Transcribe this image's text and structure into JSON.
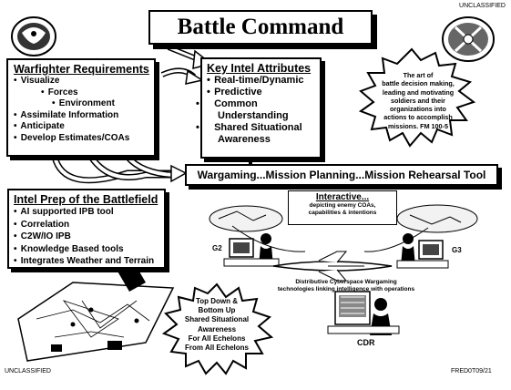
{
  "classification": {
    "top": "UNCLASSIFIED",
    "bottom": "UNCLASSIFIED"
  },
  "doc_code": "FRED0T09/21",
  "title": "Battle Command",
  "warfighter": {
    "title": "Warfighter Requirements",
    "items": [
      "Visualize",
      "Forces",
      "Environment",
      "Assimilate Information",
      "Anticipate",
      "Develop Estimates/COAs"
    ]
  },
  "intel_attributes": {
    "title": "Key Intel Attributes",
    "items": [
      "Real-time/Dynamic",
      "Predictive",
      "Common Understanding",
      "Shared Situational Awareness"
    ]
  },
  "battle_command_quote": {
    "lines": [
      "The art of",
      "battle decision making,",
      "leading and motivating",
      "soldiers and their",
      "organizations into",
      "actions to accomplish",
      "missions. FM 100-5"
    ]
  },
  "wargaming": "Wargaming...Mission Planning...Mission Rehearsal Tool",
  "ipb": {
    "title": "Intel Prep of the Battlefield",
    "items": [
      "AI supported IPB tool",
      "Correlation",
      "C2W/IO IPB",
      "Knowledge Based tools",
      "Integrates Weather and Terrain"
    ]
  },
  "interactive": {
    "title": "Interactive...",
    "lines": [
      "depicting enemy COAs,",
      "capabilities & intentions"
    ]
  },
  "labels": {
    "g2": "G2",
    "g3": "G3",
    "cdr": "CDR"
  },
  "cyberspace": {
    "lines": [
      "Distributive Cyberspace Wargaming",
      "technologies linking intelligence with operations"
    ]
  },
  "top_down": {
    "lines": [
      "Top Down &",
      "Bottom Up",
      "Shared Situational",
      "Awareness",
      "For All Echelons",
      "From All Echelons"
    ]
  }
}
